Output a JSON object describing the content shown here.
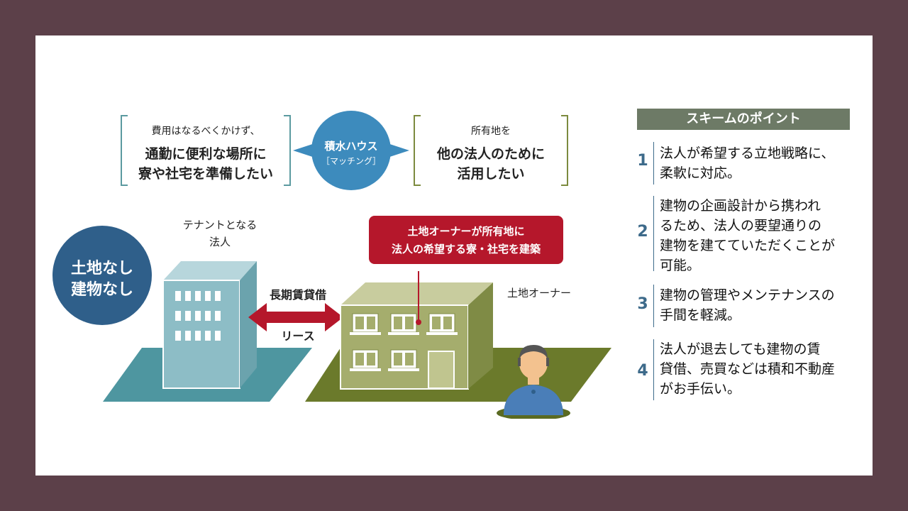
{
  "left_need": {
    "line1": "費用はなるべくかけず、",
    "line2": "通勤に便利な場所に",
    "line3": "寮や社宅を準備したい"
  },
  "center": {
    "company": "積水ハウス",
    "role": "［マッチング］"
  },
  "right_need": {
    "line1": "所有地を",
    "line2": "他の法人のために",
    "line3": "活用したい"
  },
  "badge": {
    "line1": "土地なし",
    "line2": "建物なし"
  },
  "tenant_label": {
    "line1": "テナントとなる",
    "line2": "法人"
  },
  "arrow": {
    "top": "長期賃貸借",
    "bottom": "リース"
  },
  "callout": {
    "line1": "土地オーナーが所有地に",
    "line2": "法人の希望する寮・社宅を建築"
  },
  "owner_label": "土地オーナー",
  "points": {
    "title": "スキームのポイント",
    "items": [
      {
        "num": "1",
        "text": "法人が希望する立地戦略に、\n柔軟に対応。"
      },
      {
        "num": "2",
        "text": "建物の企画設計から携われ\nるため、法人の要望通りの\n建物を建てていただくことが\n可能。"
      },
      {
        "num": "3",
        "text": "建物の管理やメンテナンスの\n手間を軽減。"
      },
      {
        "num": "4",
        "text": "法人が退去しても建物の賃\n貸借、売買などは積和不動産\nがお手伝い。"
      }
    ]
  },
  "colors": {
    "frame": "#5c4049",
    "teal_bracket": "#5b9aa0",
    "olive_bracket": "#7c8a3e",
    "hub_blue": "#3d8bbd",
    "badge_navy": "#2f5f8a",
    "callout_red": "#b5172b",
    "points_header": "#6d7a66"
  }
}
